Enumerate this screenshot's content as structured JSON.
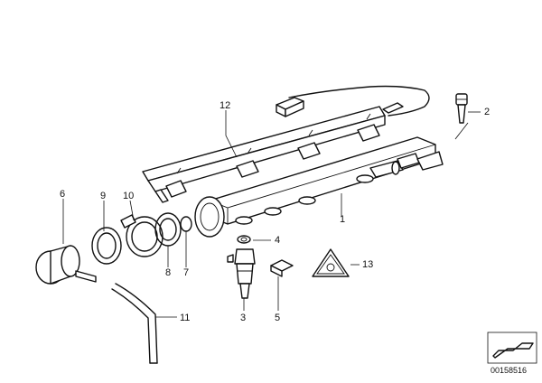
{
  "diagram": {
    "callouts": {
      "c1": "1",
      "c2": "2",
      "c3": "3",
      "c4": "4",
      "c5": "5",
      "c6": "6",
      "c7": "7",
      "c8": "8",
      "c9": "9",
      "c10": "10",
      "c11": "11",
      "c12": "12",
      "c13": "13"
    },
    "document_number": "00158516"
  }
}
